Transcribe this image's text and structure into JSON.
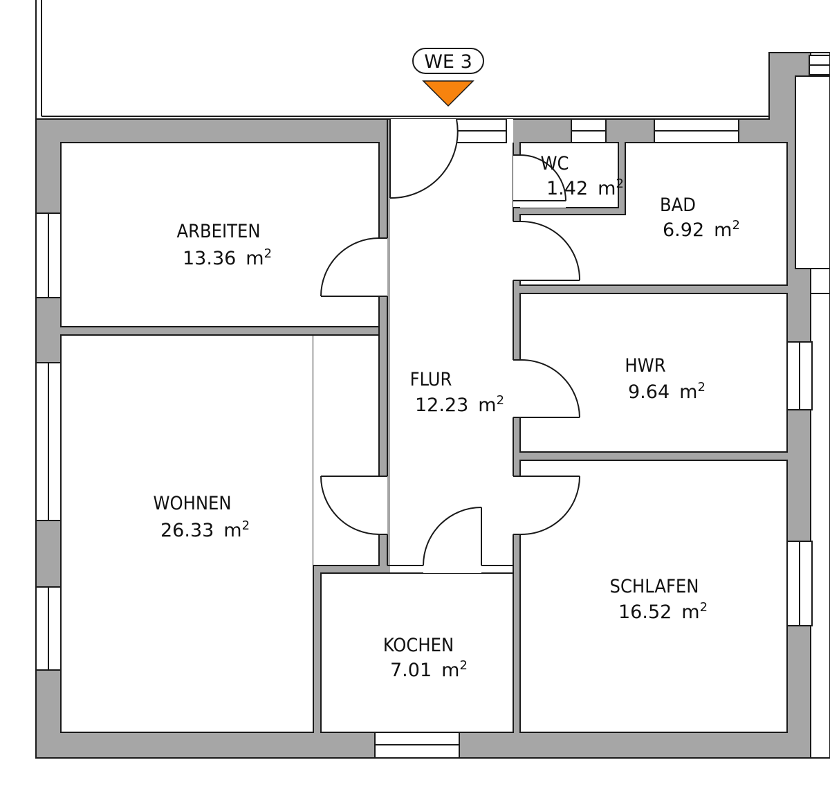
{
  "unit_tag": {
    "label": "WE 3",
    "marker_color": "#F7830E"
  },
  "colors": {
    "wall": "#A6A6A6",
    "outline": "#1A1A1A",
    "floor": "#FFFFFF"
  },
  "area_unit": "m",
  "area_unit_exponent": "2",
  "rooms": {
    "arbeiten": {
      "name": "ARBEITEN",
      "area": "13.36"
    },
    "wohnen": {
      "name": "WOHNEN",
      "area": "26.33"
    },
    "flur": {
      "name": "FLUR",
      "area": "12.23"
    },
    "kochen": {
      "name": "KOCHEN",
      "area": "7.01"
    },
    "wc": {
      "name": "WC",
      "area": "1.42"
    },
    "bad": {
      "name": "BAD",
      "area": "6.92"
    },
    "hwr": {
      "name": "HWR",
      "area": "9.64"
    },
    "schlafen": {
      "name": "SCHLAFEN",
      "area": "16.52"
    }
  }
}
